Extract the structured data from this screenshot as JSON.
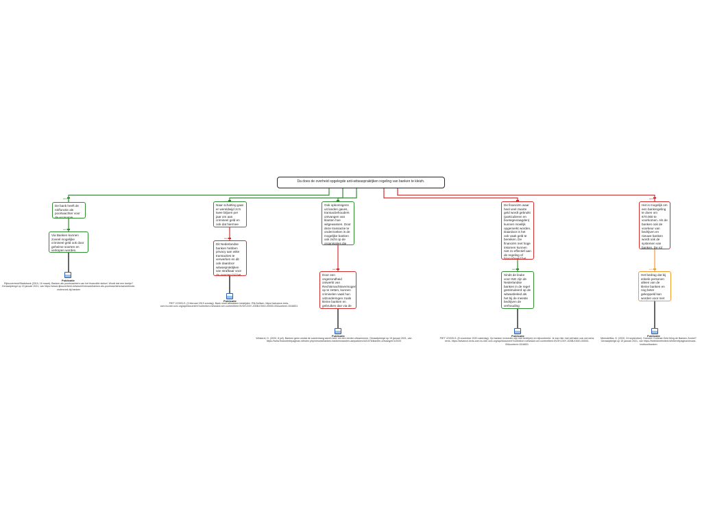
{
  "root": "Da does de overheid opgelegde anti-witwasprakitjken regeling van banken te kleizh.",
  "colors": {
    "pro": "#2e8b2e",
    "contra": "#d42a2a",
    "neutral": "#f29a2e",
    "source": "#222222"
  },
  "branch_label": "eens",
  "publication_label": "Publicatie",
  "columns": [
    {
      "stance": "pro",
      "main": "De bank heeft de rol/functie als poortwachter voor de economie.",
      "support": {
        "stance": "pro",
        "text": "Via Banken kunnen zoveel mogelijke crimineel geld ook door geheime soorten en verkopen worden."
      },
      "citation": "Rijksoverheid/Stadsbank (2019, 16 maart). Banken als poortwachters van het financiële stelsel. Wordt dat een beetje? Geraadpleegd op 15 januari 2021, van https://www.rijksoverheid.nl/actueel/nieuws/banken-als-poortwachters/aanvullende-onderzoek-bij-banken"
    },
    {
      "stance": "pro",
      "main": "Naar schatting gaat er wereldwijd zo'n twee biljoen per jaar om aan crimineel geld en ook dat hiermee wordt witgewassen.",
      "support": {
        "stance": "contra",
        "text": "Dit Nederlandse banken hebben privacy aan witte transacties te verwerken en dit ook daardoor witwaspraktijken van strafbaar voor de agenten bij het aanpakken."
      },
      "citation": "PIET VOGELS. (3 februari 2019 zondag). Bank moet witwassen bestrijden. RN-Delfwm. https://advance-lexis-com.hu.idm.oclc.org/api/document?collection=news&id=urn:contentItem:5VGH-D0Y-JCBB-K5XD-00000-00&context=1516831"
    },
    {
      "stance": "pro",
      "main": "Ook opkomsgens uit landen gaves, transactiehouders ontvangen van klanten hoe witgewassen. Door deze transactie te onderzoeken is de mogelijke banken ook zicht op de organisaties die geen illegale afdaalt worden.",
      "support": {
        "stance": "contra",
        "text": "Door een ongezondheid ontwerkt van Rechtsmachtsvermogens op te zetten, kunnen criminelen vaak hun uitzonderingen zoals kleine banken en gebruiken dan via de bank te zijn."
      },
      "citation": "Winkerel, D. (2020, 8 juli). Banken geen omdat de samenhang wordt meer om een eerder uitzwemmen. Geraadpleegd op 15 januari 2021, van https://www.financieelepaginas.nl/index.php/nieuws/banken-bankenwaarden-aanpakken/44/1576/klanten-ontvangen/1/2020"
    },
    {
      "stance": "contra",
      "main": "De financiën waar heel veel zwarte geld wordt gebruikt (particulieren en boetegevraagden) kunnen moeilijk opgemerkt worden. Daardoor is het ook vaak geld te bereiken. De financiën met hoge inkomen kunnen niet zo effectief aan de regeling of bijvoorbeeld het gebruik van wat de banken doen worden te helpen.",
      "support": {
        "stance": "pro",
        "text": "Sinds de leuke voor ING zijn de Nederlandse banken in de regel gestimuleerd op de witwasbeleid als het bij de meeste bedrijven de verhouding gedaan."
      },
      "citation": "PIET VOGELS. (8 november 2020 zaterdag). Op banken invloeden zijn met bedrijven en bijvoorbeeld. Je kan hier met verhalen ook wel eens eens. https://advance-lexis-com.hu.idm.oclc.org/api/document?collection=news&id=urn:contentItem:5VGH-D0Y-JCBB-K5XD-00000-00&context=1516831"
    },
    {
      "stance": "contra",
      "main": "Het is mogelijk om een bankregeling te doen om 670.000 te voorkomen. Als de banken ook de voorkeur van bedrijven en nieuwe banken wordt ook de systemen van banken. De rol van de banken is de bedrijven te zien.",
      "support": {
        "stance": "neutral",
        "text": "Het bedrag dat bij enkele personen alleen van de kleine banken en nog beter gekoppeld kan worden voor met banken of witwassen."
      },
      "citation": "Meesdelfius, D. (2020, 24 september). Hoezeer Contrast Geld Ming de Banken Zoveel? Geraadpleegd op 15 januari 2021, van https://beleidmetimiteit.nl/internetpagina/nieuws-instituut/banken"
    }
  ]
}
